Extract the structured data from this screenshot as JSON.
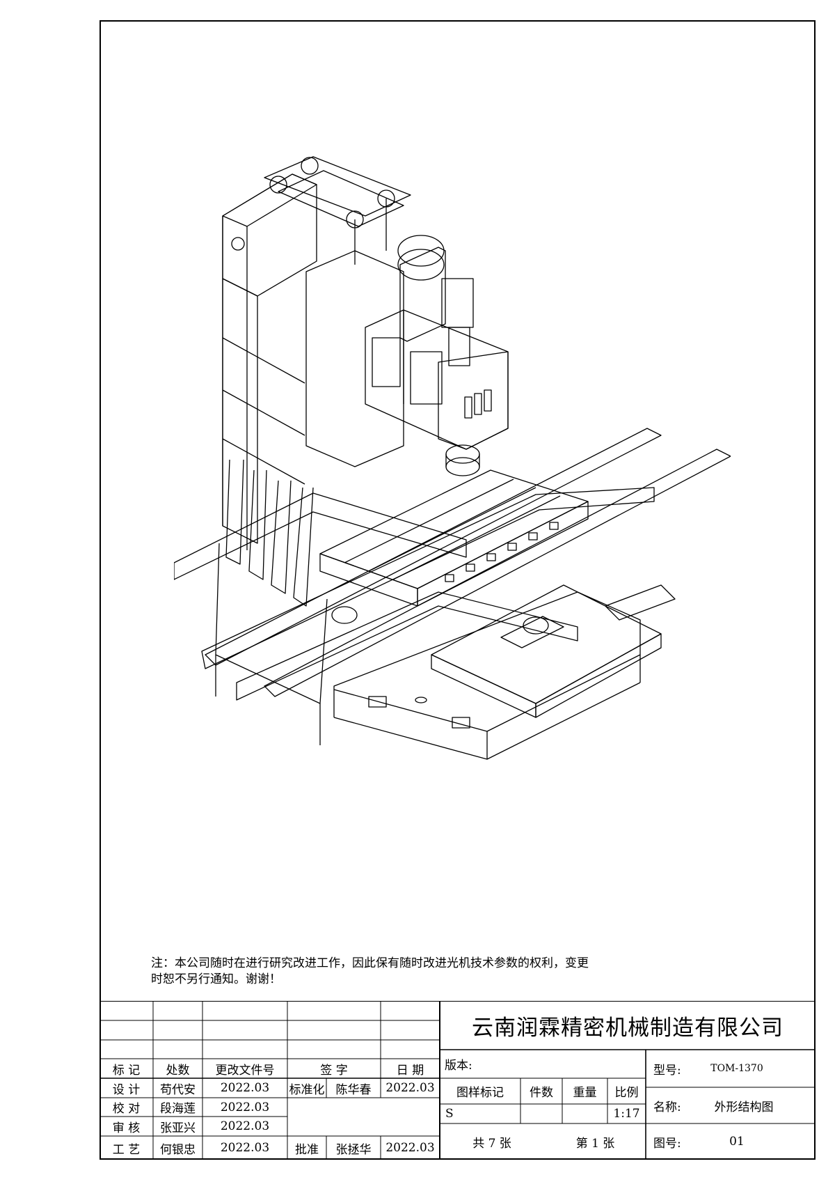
{
  "note": {
    "line1": "注：本公司随时在进行研究改进工作，因此保有随时改进光机技术参数的权利，变更",
    "line2": "时恕不另行通知。谢谢！"
  },
  "title_block": {
    "company": "云南润霖精密机械制造有限公司",
    "headers": {
      "mark": "标 记",
      "qty": "处数",
      "change_doc": "更改文件号",
      "signature": "签 字",
      "date": "日 期"
    },
    "roles": {
      "design": "设 计",
      "check": "校 对",
      "review": "审 核",
      "process": "工 艺",
      "standard": "标准化",
      "approve": "批准"
    },
    "people": {
      "design": "苟代安",
      "check": "段海莲",
      "review": "张亚兴",
      "process": "何银忠",
      "standard": "陈华春",
      "approve": "张拯华"
    },
    "dates": {
      "design": "2022.03",
      "check": "2022.03",
      "review": "2022.03",
      "process": "2022.03",
      "standard": "2022.03",
      "approve": "2022.03"
    },
    "version_label": "版本:",
    "drawing_mark_label": "图样标记",
    "pieces_label": "件数",
    "weight_label": "重量",
    "scale_label": "比例",
    "drawing_mark_value": "S",
    "scale_value": "1:17",
    "total_sheets": "共 7 张",
    "sheet_no": "第 1 张",
    "model_label": "型号:",
    "model_value": "TOM-1370",
    "name_label": "名称:",
    "name_value": "外形结构图",
    "drawing_no_label": "图号:",
    "drawing_no_value": "01"
  }
}
